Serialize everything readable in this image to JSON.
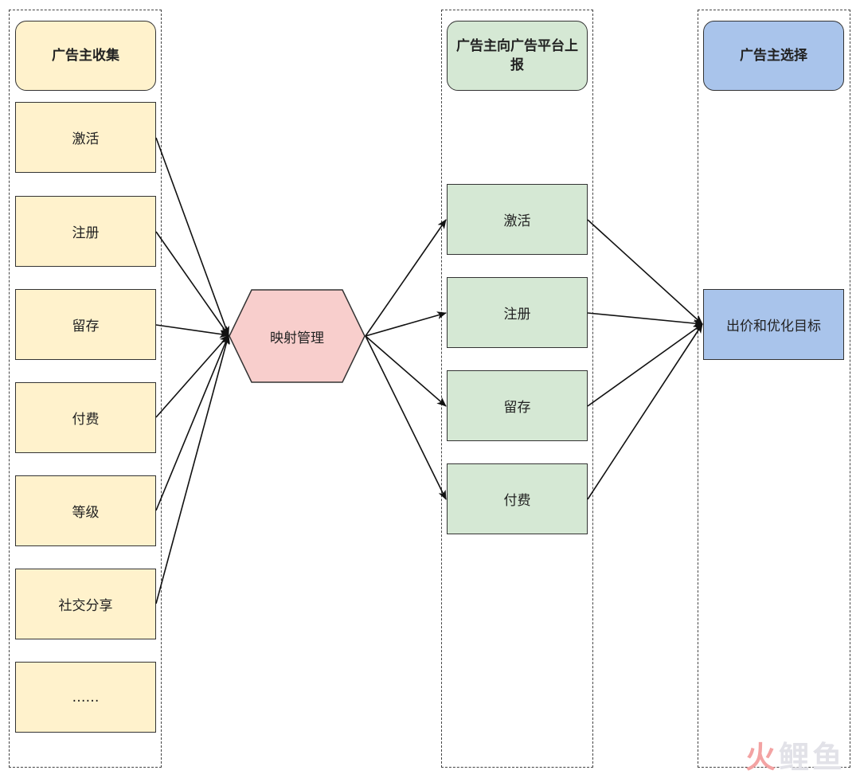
{
  "lanes": {
    "collect": {
      "header": "广告主收集",
      "items": [
        "激活",
        "注册",
        "留存",
        "付费",
        "等级",
        "社交分享",
        "……"
      ]
    },
    "report": {
      "header": "广告主向广告平台上报",
      "items": [
        "激活",
        "注册",
        "留存",
        "付费"
      ]
    },
    "choose": {
      "header": "广告主选择",
      "items": [
        "出价和优化目标"
      ]
    }
  },
  "mapping": {
    "label": "映射管理"
  },
  "watermark": {
    "first": "火",
    "rest": "鲤鱼"
  },
  "colors": {
    "collect_fill": "#fff2cc",
    "report_fill": "#d5e8d4",
    "choose_fill": "#a9c4eb",
    "mapping_fill": "#f8cecc"
  }
}
